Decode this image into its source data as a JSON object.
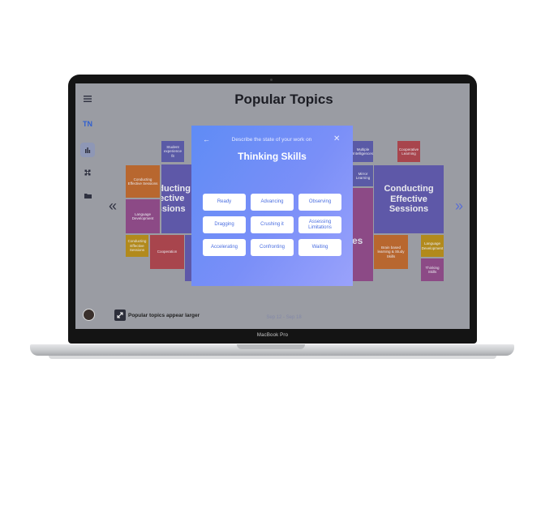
{
  "device": {
    "label": "MacBook Pro"
  },
  "sidebar": {
    "logo": "TN"
  },
  "header": {
    "title": "Popular Topics"
  },
  "tiles": {
    "student_wellbeing": "Student experience fit",
    "conducting_small": "Conducting Effective Sessions",
    "language_dev": "Language Development",
    "conducting_tiny": "Conducting Effective Sessions",
    "cooperation": "Cooperation",
    "big_left": "Conducting Effective Sessions",
    "big_right": "Conducting Effective Sessions",
    "multiple_intel": "Multiple Intelligences",
    "mirror_learning": "Mirror Learning",
    "cooperative_learning": "Cooperative Learning",
    "brain_based": "Brain based learning & Study Skills",
    "lang_dev_small": "Language Development",
    "thinking_small": "Thinking Skills",
    "partial_text": "es"
  },
  "footer": {
    "hint": "Popular topics appear larger",
    "date_range": "Sep 12  -  Sep 18"
  },
  "modal": {
    "question": "Describe the state of your work on",
    "title": "Thinking Skills",
    "options": [
      "Ready",
      "Advancing",
      "Observing",
      "Dragging",
      "Crushing it",
      "Assessing Limitations",
      "Accelerating",
      "Confronting",
      "Waiting"
    ]
  },
  "colors": {
    "modal_gradient_start": "#5f8cf5",
    "modal_gradient_end": "#9aa2fb",
    "screen_dim": "#9a9ca3",
    "tile_purple": "#5e58a8",
    "tile_orange": "#b8672f",
    "tile_red": "#a8454d",
    "tile_mustard": "#b28a1c",
    "tile_magenta": "#8c4a86"
  }
}
